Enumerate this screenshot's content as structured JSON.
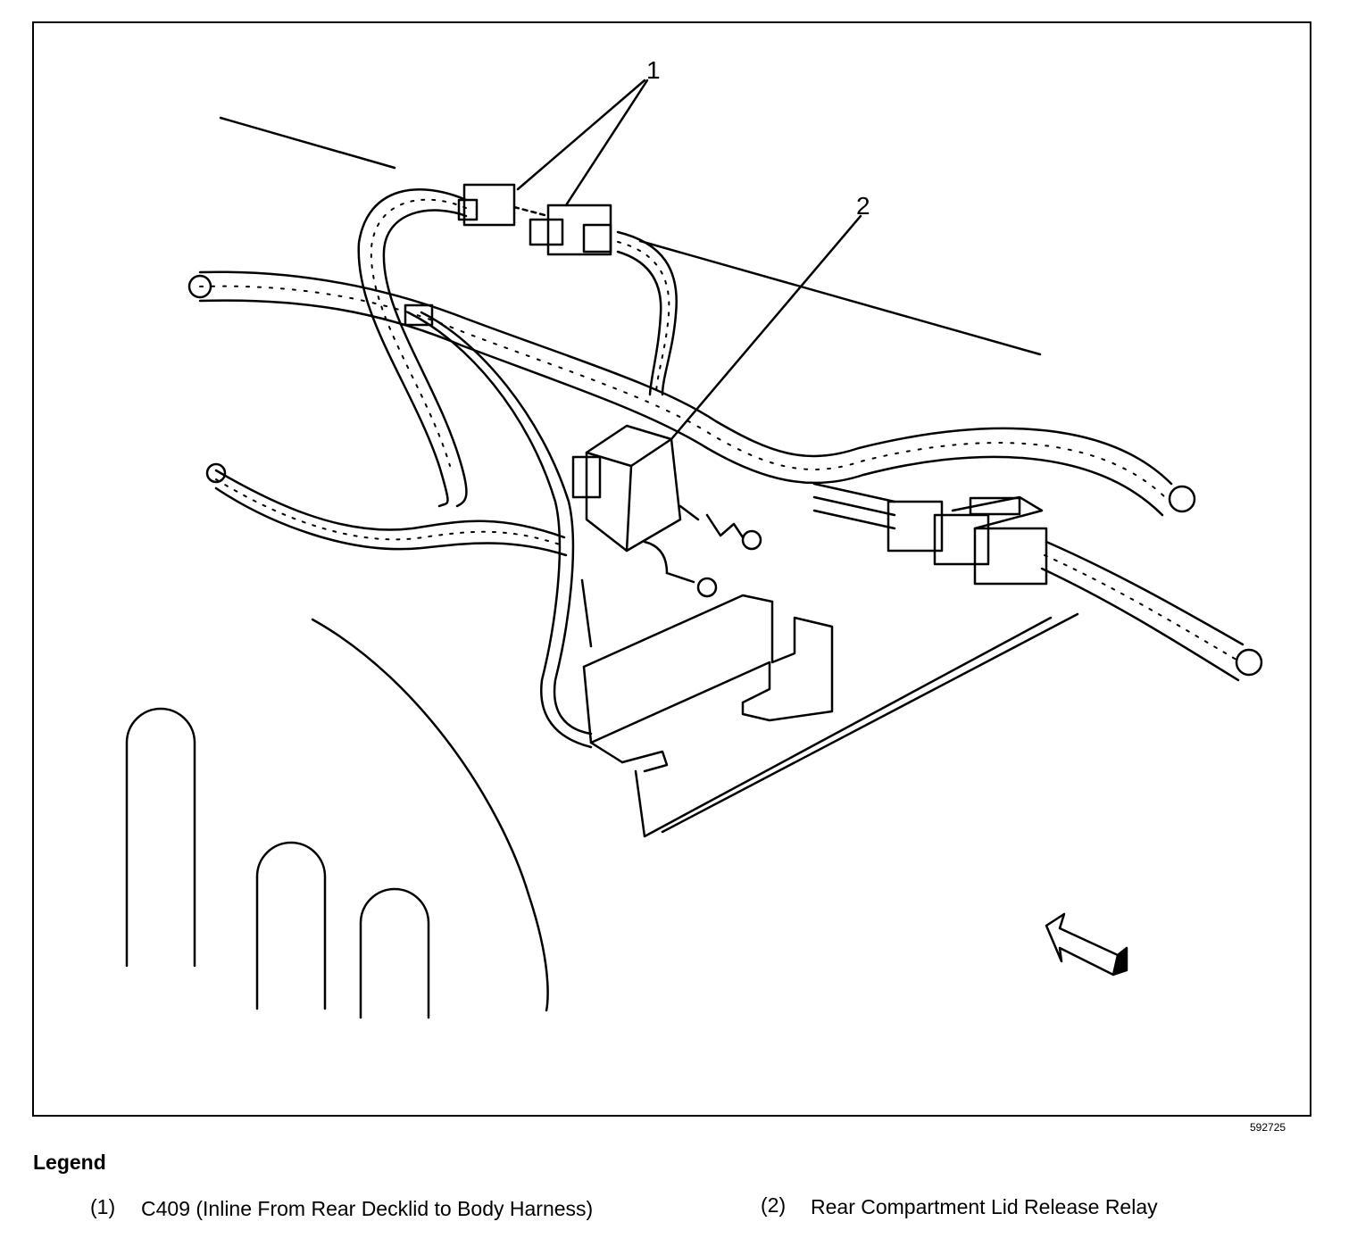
{
  "diagram": {
    "callouts": [
      {
        "id": 1,
        "label": "1"
      },
      {
        "id": 2,
        "label": "2"
      }
    ],
    "figure_id": "592725"
  },
  "legend": {
    "title": "Legend",
    "items": [
      {
        "number": "(1)",
        "text": "C409 (Inline From Rear Decklid to Body Harness)"
      },
      {
        "number": "(2)",
        "text": "Rear Compartment Lid Release Relay"
      }
    ]
  },
  "colors": {
    "ink": "#000000",
    "paper": "#ffffff"
  }
}
